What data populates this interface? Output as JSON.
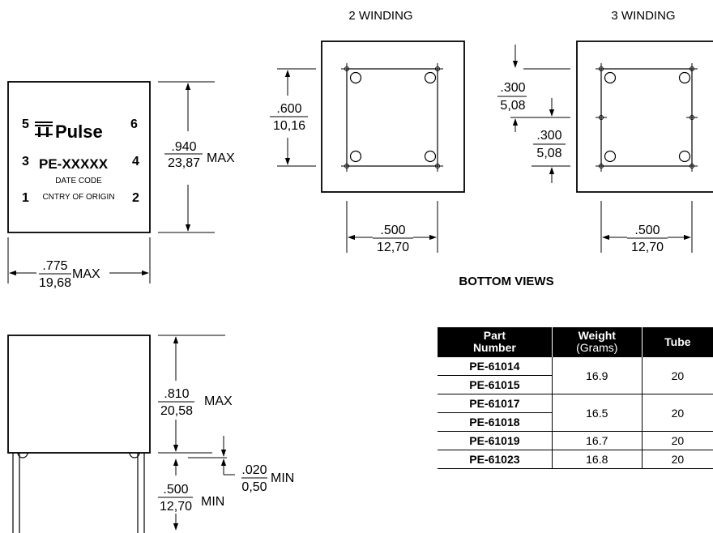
{
  "headings": {
    "two_winding": "2 WINDING",
    "three_winding": "3 WINDING",
    "bottom_views": "BOTTOM VIEWS"
  },
  "component": {
    "brand": "Pulse",
    "part_label": "PE-XXXXX",
    "date_code": "DATE CODE",
    "country": "CNTRY OF ORIGIN",
    "pins": {
      "p1": "1",
      "p2": "2",
      "p3": "3",
      "p4": "4",
      "p5": "5",
      "p6": "6"
    }
  },
  "dimensions": {
    "height_in": ".940",
    "height_mm": "23,87",
    "height_note": "MAX",
    "width_in": ".775",
    "width_mm": "19,68",
    "width_note": "MAX",
    "body_in": ".810",
    "body_mm": "20,58",
    "body_note": "MAX",
    "standoff_in": ".020",
    "standoff_mm": "0,50",
    "standoff_note": "MIN",
    "lead_in": ".500",
    "lead_mm": "12,70",
    "lead_note": "MIN",
    "pitch_v_in": ".600",
    "pitch_v_mm": "10,16",
    "pitch_h_in": ".500",
    "pitch_h_mm": "12,70",
    "pitch3_h_in": ".500",
    "pitch3_h_mm": "12,70",
    "spacing_a_in": ".300",
    "spacing_a_mm": "5,08",
    "spacing_b_in": ".300",
    "spacing_b_mm": "5,08"
  },
  "table": {
    "headers": {
      "part": "Part",
      "part2": "Number",
      "weight": "Weight",
      "weight_unit": "(Grams)",
      "tube": "Tube"
    },
    "rows": [
      {
        "part": "PE-61014",
        "weight": "16.9",
        "tube": "20"
      },
      {
        "part": "PE-61015"
      },
      {
        "part": "PE-61017",
        "weight": "16.5",
        "tube": "20"
      },
      {
        "part": "PE-61018"
      },
      {
        "part": "PE-61019",
        "weight": "16.7",
        "tube": "20"
      },
      {
        "part": "PE-61023",
        "weight": "16.8",
        "tube": "20"
      }
    ]
  }
}
